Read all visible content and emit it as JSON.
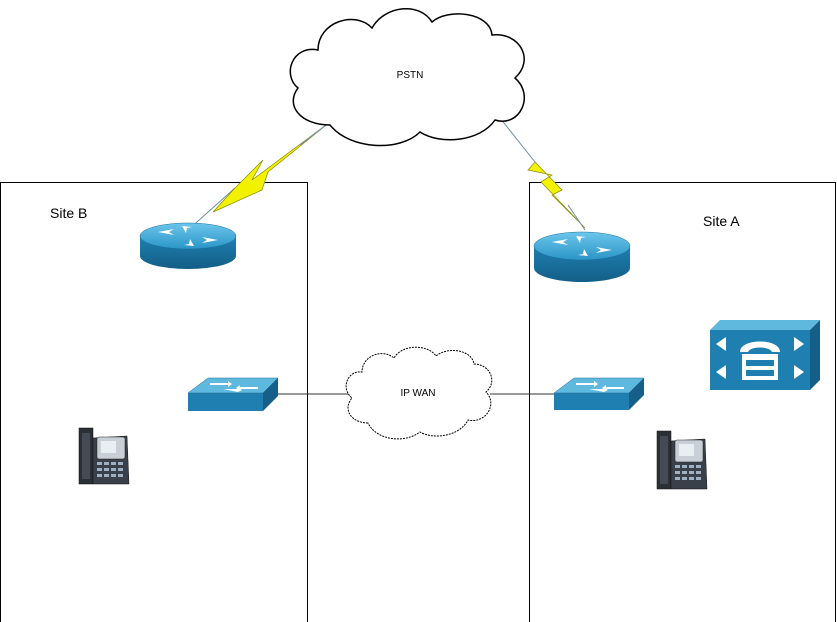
{
  "clouds": {
    "pstn": "PSTN",
    "wan": "IP WAN"
  },
  "sites": {
    "b": "Site B",
    "a": "Site A"
  },
  "colors": {
    "device_blue": "#1f7fb0",
    "device_light": "#5fb8dd",
    "serial_link": "#f2f200",
    "line": "#333333"
  },
  "icons": [
    "router-icon",
    "switch-icon",
    "ip-phone-icon",
    "call-manager-icon",
    "cloud-icon"
  ]
}
